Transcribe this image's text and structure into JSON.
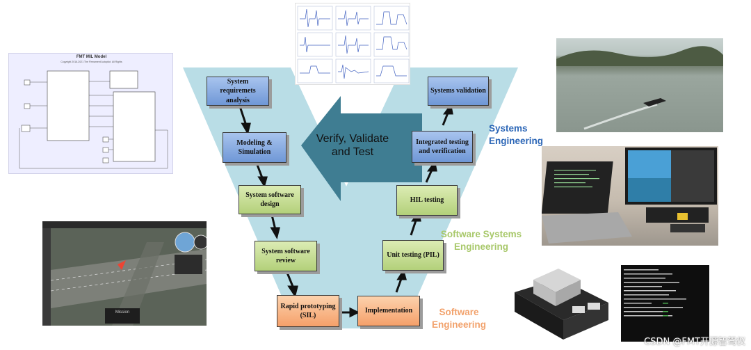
{
  "colors": {
    "v_shape": "#b9dde6",
    "arrow": "#3f7d92",
    "systems_label": "#2d67b7",
    "software_systems_label": "#a8c86a",
    "software_label": "#f2a26c"
  },
  "stages": {
    "req": "System requiremets analysis",
    "model": "Modeling & Simulation",
    "sw_design": "System software design",
    "sw_review": "System software review",
    "rapid": "Rapid prototyping (SIL)",
    "impl": "Implementation",
    "unit": "Unit testing (PIL)",
    "hil": "HIL testing",
    "integ": "Integrated testing and verification",
    "valid": "Systems validation"
  },
  "arrow_label": "Verify, Validate and Test",
  "labels": {
    "systems": "Systems Engineering",
    "software_systems": "Software Systems Engineering",
    "software": "Software Engineering"
  },
  "thumbnails": {
    "mil_model_title": "FMT MIL Model",
    "mil_model_copyright": "Copyright 2016-2021 The Firmament Autopilot. All Rights",
    "ground_station_badge": "Mission"
  },
  "watermark": "CSDN @FMT开源智驾仪"
}
